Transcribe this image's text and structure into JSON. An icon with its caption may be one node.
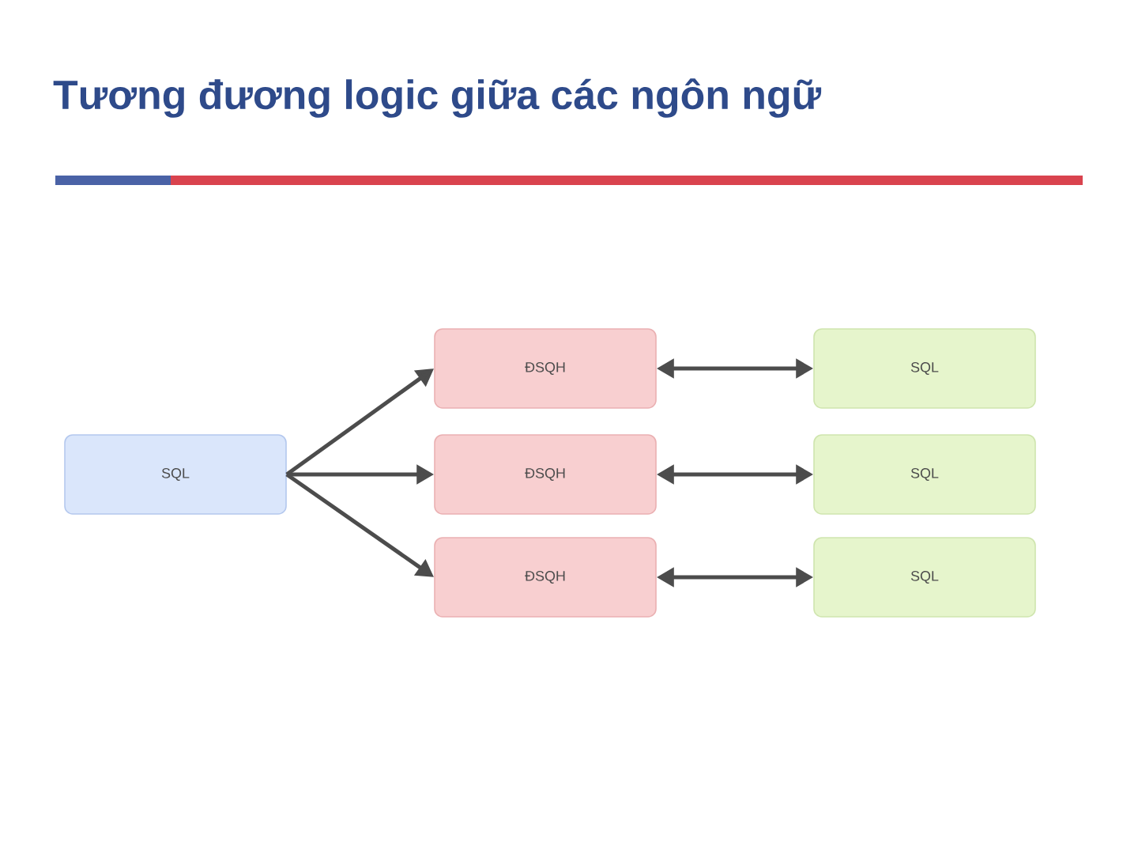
{
  "diagram": {
    "title": "Tương đương logic giữa các ngôn ngữ",
    "nodes": [
      {
        "text": [
          "SQL"
        ]
      },
      {
        "text": [
          "ĐSQH"
        ]
      },
      {
        "text": [
          "ĐSQH"
        ]
      },
      {
        "text": [
          "ĐSQH"
        ]
      },
      {
        "text": [
          "SQL"
        ]
      },
      {
        "text": [
          "SQL"
        ]
      },
      {
        "text": [
          "SQL"
        ]
      }
    ],
    "edges": [
      {
        "from": 0,
        "to": 1,
        "arrow": "to"
      },
      {
        "from": 0,
        "to": 2,
        "arrow": "to"
      },
      {
        "from": 0,
        "to": 3,
        "arrow": "to"
      },
      {
        "from": 1,
        "to": 4,
        "arrow": "both"
      },
      {
        "from": 2,
        "to": 5,
        "arrow": "both"
      },
      {
        "from": 3,
        "to": 6,
        "arrow": "both"
      }
    ]
  }
}
